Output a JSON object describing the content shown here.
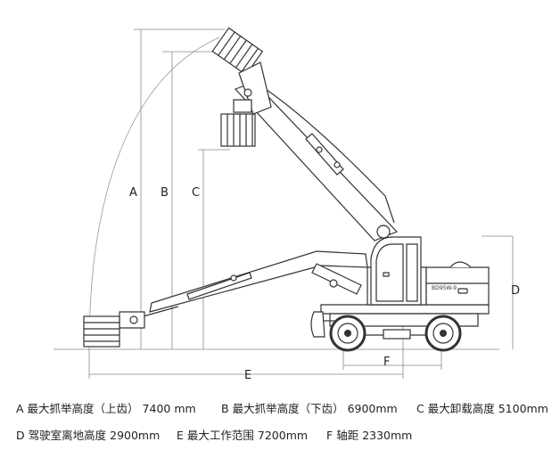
{
  "dimensions": [
    {
      "letter": "A",
      "label": "最大抓举高度（上齿）",
      "value": "7400 mm"
    },
    {
      "letter": "B",
      "label": "最大抓举高度（下齿）",
      "value": "6900mm"
    },
    {
      "letter": "C",
      "label": "最大卸载高度",
      "value": "5100mm"
    },
    {
      "letter": "D",
      "label": "驾驶室离地高度",
      "value": "2900mm"
    },
    {
      "letter": "E",
      "label": "最大工作范围",
      "value": "7200mm"
    },
    {
      "letter": "F",
      "label": "轴距",
      "value": "2330mm"
    }
  ],
  "machine": {
    "model_label": "BD95W-9"
  },
  "colors": {
    "line": "#333333",
    "light_line": "#999999",
    "background": "#ffffff"
  }
}
